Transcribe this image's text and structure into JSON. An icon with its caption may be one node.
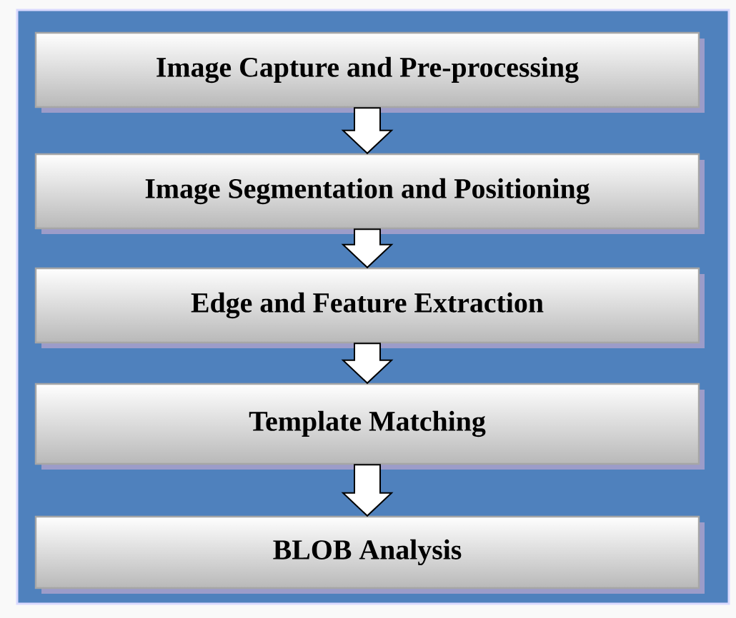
{
  "diagram": {
    "nodes": [
      {
        "text": [
          "Image Capture and Pre-processing"
        ]
      },
      {
        "text": [
          "Image Segmentation and Positioning"
        ]
      },
      {
        "text": [
          "Edge and Feature Extraction"
        ]
      },
      {
        "text": [
          "Template Matching"
        ]
      },
      {
        "text": [
          "BLOB Analysis"
        ]
      }
    ],
    "edges": [
      {
        "from": 0,
        "to": 1,
        "arrow": "to"
      },
      {
        "from": 1,
        "to": 2,
        "arrow": "to"
      },
      {
        "from": 2,
        "to": 3,
        "arrow": "to"
      },
      {
        "from": 3,
        "to": 4,
        "arrow": "to"
      }
    ]
  }
}
